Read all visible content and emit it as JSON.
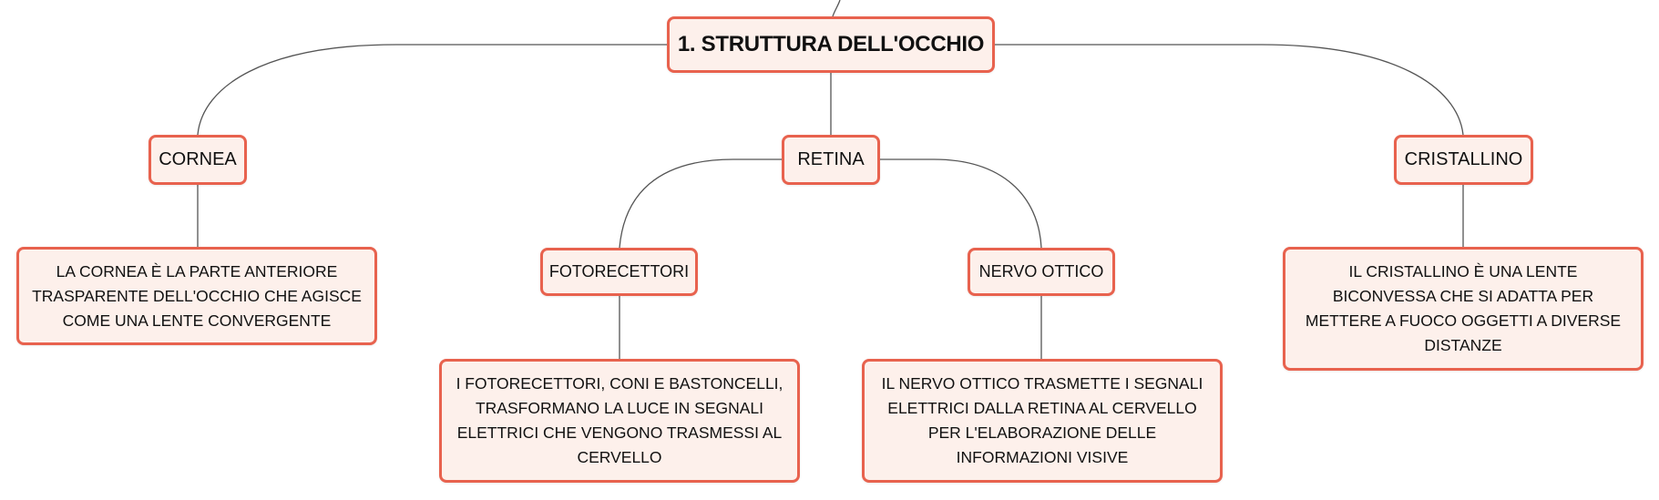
{
  "title": "1. STRUTTURA DELL'OCCHIO",
  "colors": {
    "node_border": "#e8624e",
    "node_fill": "#fdf0eb",
    "connector": "#555555",
    "text": "#111111"
  },
  "branches": {
    "cornea": {
      "label": "CORNEA",
      "description": "LA CORNEA È LA PARTE ANTERIORE TRASPARENTE DELL'OCCHIO CHE AGISCE COME UNA LENTE CONVERGENTE"
    },
    "retina": {
      "label": "RETINA",
      "children": {
        "fotorecettori": {
          "label": "FOTORECETTORI",
          "description": "I FOTORECETTORI, CONI E BASTONCELLI, TRASFORMANO LA LUCE IN SEGNALI ELETTRICI CHE VENGONO TRASMESSI AL CERVELLO"
        },
        "nervo_ottico": {
          "label": "NERVO OTTICO",
          "description": "IL NERVO OTTICO TRASMETTE I SEGNALI ELETTRICI DALLA RETINA AL CERVELLO PER L'ELABORAZIONE DELLE INFORMAZIONI VISIVE"
        }
      }
    },
    "cristallino": {
      "label": "CRISTALLINO",
      "description": "IL CRISTALLINO È UNA LENTE BICONVESSA CHE SI ADATTA PER METTERE A FUOCO OGGETTI A DIVERSE DISTANZE"
    }
  }
}
